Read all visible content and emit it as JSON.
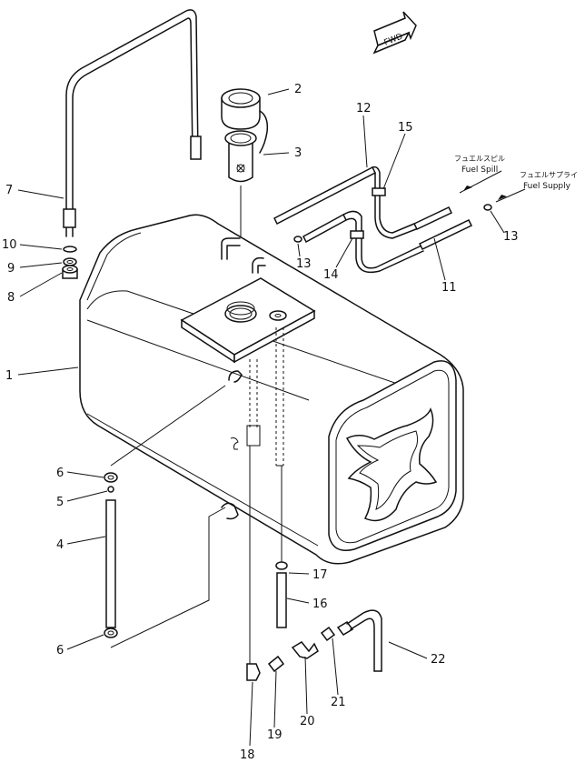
{
  "arrow_label": "FWD",
  "callouts": {
    "c1": "1",
    "c2": "2",
    "c3": "3",
    "c4": "4",
    "c5": "5",
    "c6a": "6",
    "c6b": "6",
    "c7": "7",
    "c8": "8",
    "c9": "9",
    "c10": "10",
    "c11": "11",
    "c12": "12",
    "c13a": "13",
    "c13b": "13",
    "c14": "14",
    "c15": "15",
    "c16": "16",
    "c17": "17",
    "c18": "18",
    "c19": "19",
    "c20": "20",
    "c21": "21",
    "c22": "22"
  },
  "labels": {
    "fuel_spill_jp": "フュエルスピル",
    "fuel_spill": "Fuel Spill",
    "fuel_supply_jp": "フュエルサプライ",
    "fuel_supply": "Fuel Supply"
  }
}
